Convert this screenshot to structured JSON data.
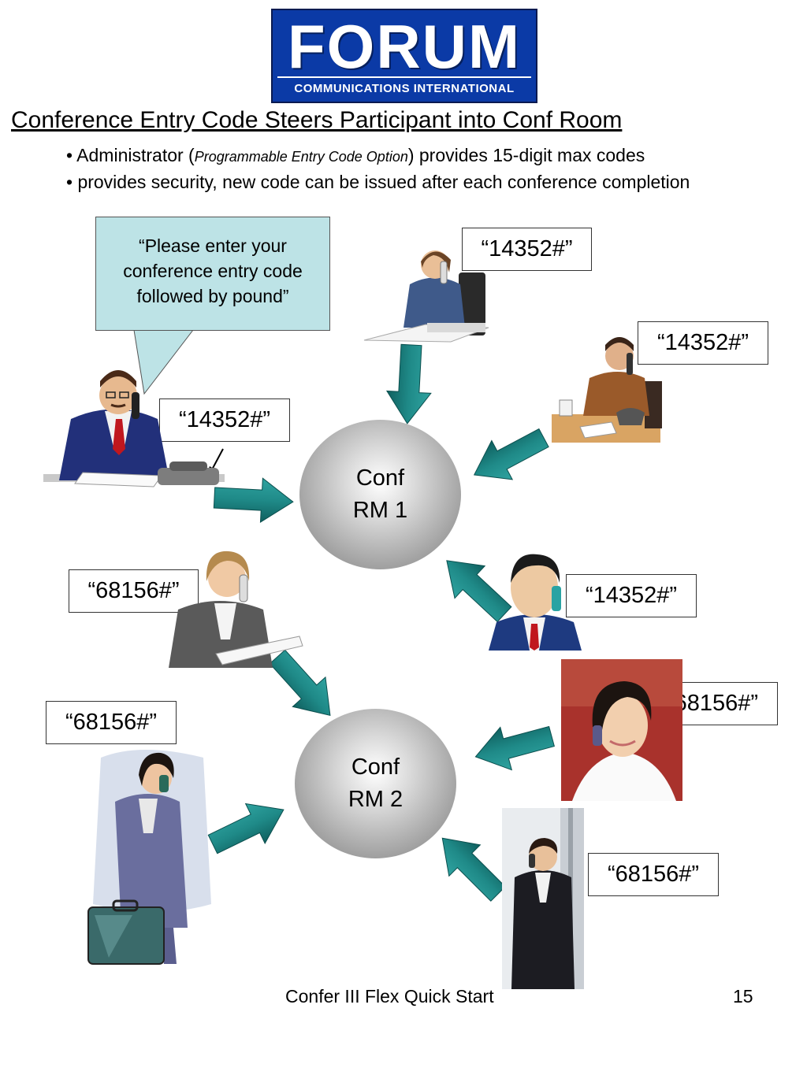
{
  "logo": {
    "word": "FORUM",
    "subtitle": "COMMUNICATIONS INTERNATIONAL"
  },
  "title": "Conference Entry Code Steers Participant into Conf Room",
  "bullets": {
    "b1_prefix": "• Administrator (",
    "b1_em": "Programmable Entry Code Option",
    "b1_suffix": ") provides 15-digit max codes",
    "b2": "• provides security, new code can be issued after each conference completion"
  },
  "callout": {
    "line1": "“Please enter your",
    "line2": "conference entry code",
    "line3": "followed by pound”"
  },
  "codes": {
    "admin": "“14352#”",
    "p1": "“14352#”",
    "p2": "“14352#”",
    "p3": "“14352#”",
    "p4": "“68156#”",
    "p5": "“68156#”",
    "p6": "“68156#”",
    "p7": "“68156#”"
  },
  "rooms": {
    "room1_line1": "Conf",
    "room1_line2": "RM 1",
    "room2_line1": "Conf",
    "room2_line2": "RM 2"
  },
  "footer": {
    "title": "Confer III Flex Quick Start",
    "page": "15"
  },
  "colors": {
    "arrow": "#1f8a88",
    "callout": "#bde3e6",
    "logo_bg": "#0b3aa6"
  },
  "icons": [
    "person-on-phone",
    "arrow",
    "speech-callout"
  ]
}
